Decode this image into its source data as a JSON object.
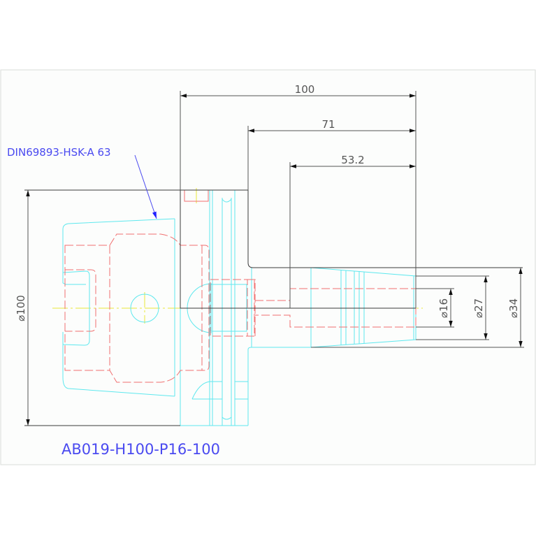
{
  "drawing": {
    "part_number": "AB019-H100-P16-100",
    "interface_callout": "DIN69893-HSK-A 63",
    "dimensions": {
      "overall_length": "100",
      "gauge_length": "71",
      "clamp_length": "53.2",
      "flange_diameter": "⌀100",
      "bore_diameter": "⌀16",
      "nose_diameter": "⌀27",
      "shank_diameter": "⌀34"
    },
    "colors": {
      "outline": "#3a3a3a",
      "visible_edges": "#5ee8ee",
      "hidden_edges": "#f07070",
      "centerline": "#e8e83a",
      "annotation": "#4a4af0"
    }
  }
}
